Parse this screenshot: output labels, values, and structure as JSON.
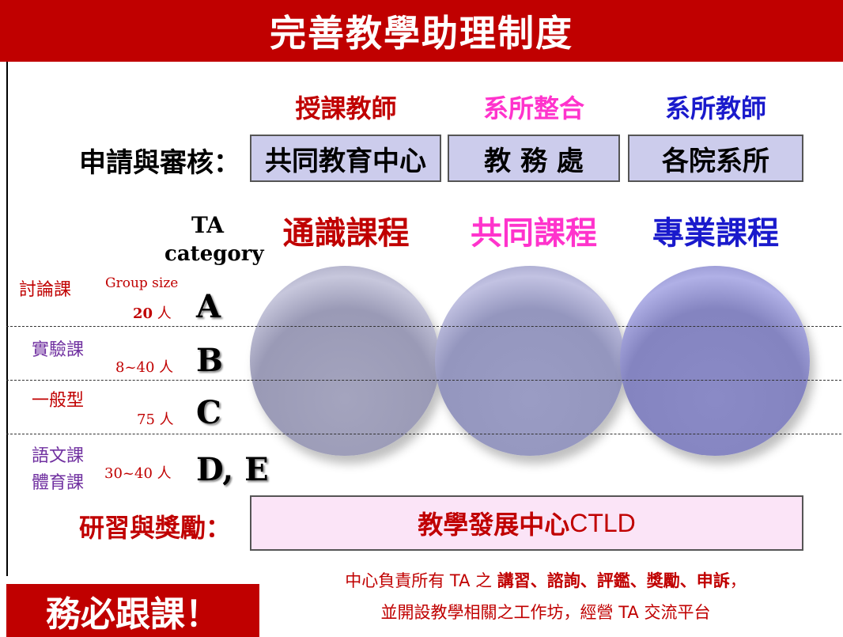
{
  "title": "完善教學助理制度",
  "columns": [
    {
      "header": "授課教師",
      "header_color": "#c00000",
      "unit": "共同教育中心",
      "course": "通識課程",
      "course_color": "#c00000"
    },
    {
      "header": "系所整合",
      "header_color": "#ff33cc",
      "unit": "教 務 處",
      "course": "共同課程",
      "course_color": "#ff33cc"
    },
    {
      "header": "系所教師",
      "header_color": "#1a1acc",
      "unit": "各院系所",
      "course": "專業課程",
      "course_color": "#1a1acc"
    }
  ],
  "apply_label": "申請與審核：",
  "ta_category_label_1": "TA",
  "ta_category_label_2": "category",
  "rows": [
    {
      "name": "討論課",
      "name_color": "#c00000",
      "group_size_label": "Group size",
      "size_num": "20",
      "size_unit": " 人",
      "letter": "A"
    },
    {
      "name": "實驗課",
      "name_color": "#7030a0",
      "size_num": "8~40",
      "size_unit": " 人",
      "letter": "B"
    },
    {
      "name": "一般型",
      "name_color": "#c00000",
      "size_num": "75",
      "size_unit": " 人",
      "letter": "C"
    },
    {
      "name": "語文課",
      "name2": "體育課",
      "name_color": "#7030a0",
      "size_num": "30~40",
      "size_unit": " 人",
      "letter": "D, E"
    }
  ],
  "training_label": "研習與獎勵：",
  "ctld_zh": "教學發展中心",
  "ctld_en": " CTLD",
  "note_line1_pre": "中心負責所有 TA 之 ",
  "note_line1_bold": "講習、諮詢、評鑑、獎勵、申訴",
  "note_line1_post": "，",
  "note_line2": "並開設教學相關之工作坊，經營 TA 交流平台",
  "must_label": "務必跟課！",
  "colors": {
    "red": "#c00000",
    "pink": "#ff33cc",
    "blue": "#1a1acc",
    "purple": "#7030a0"
  }
}
